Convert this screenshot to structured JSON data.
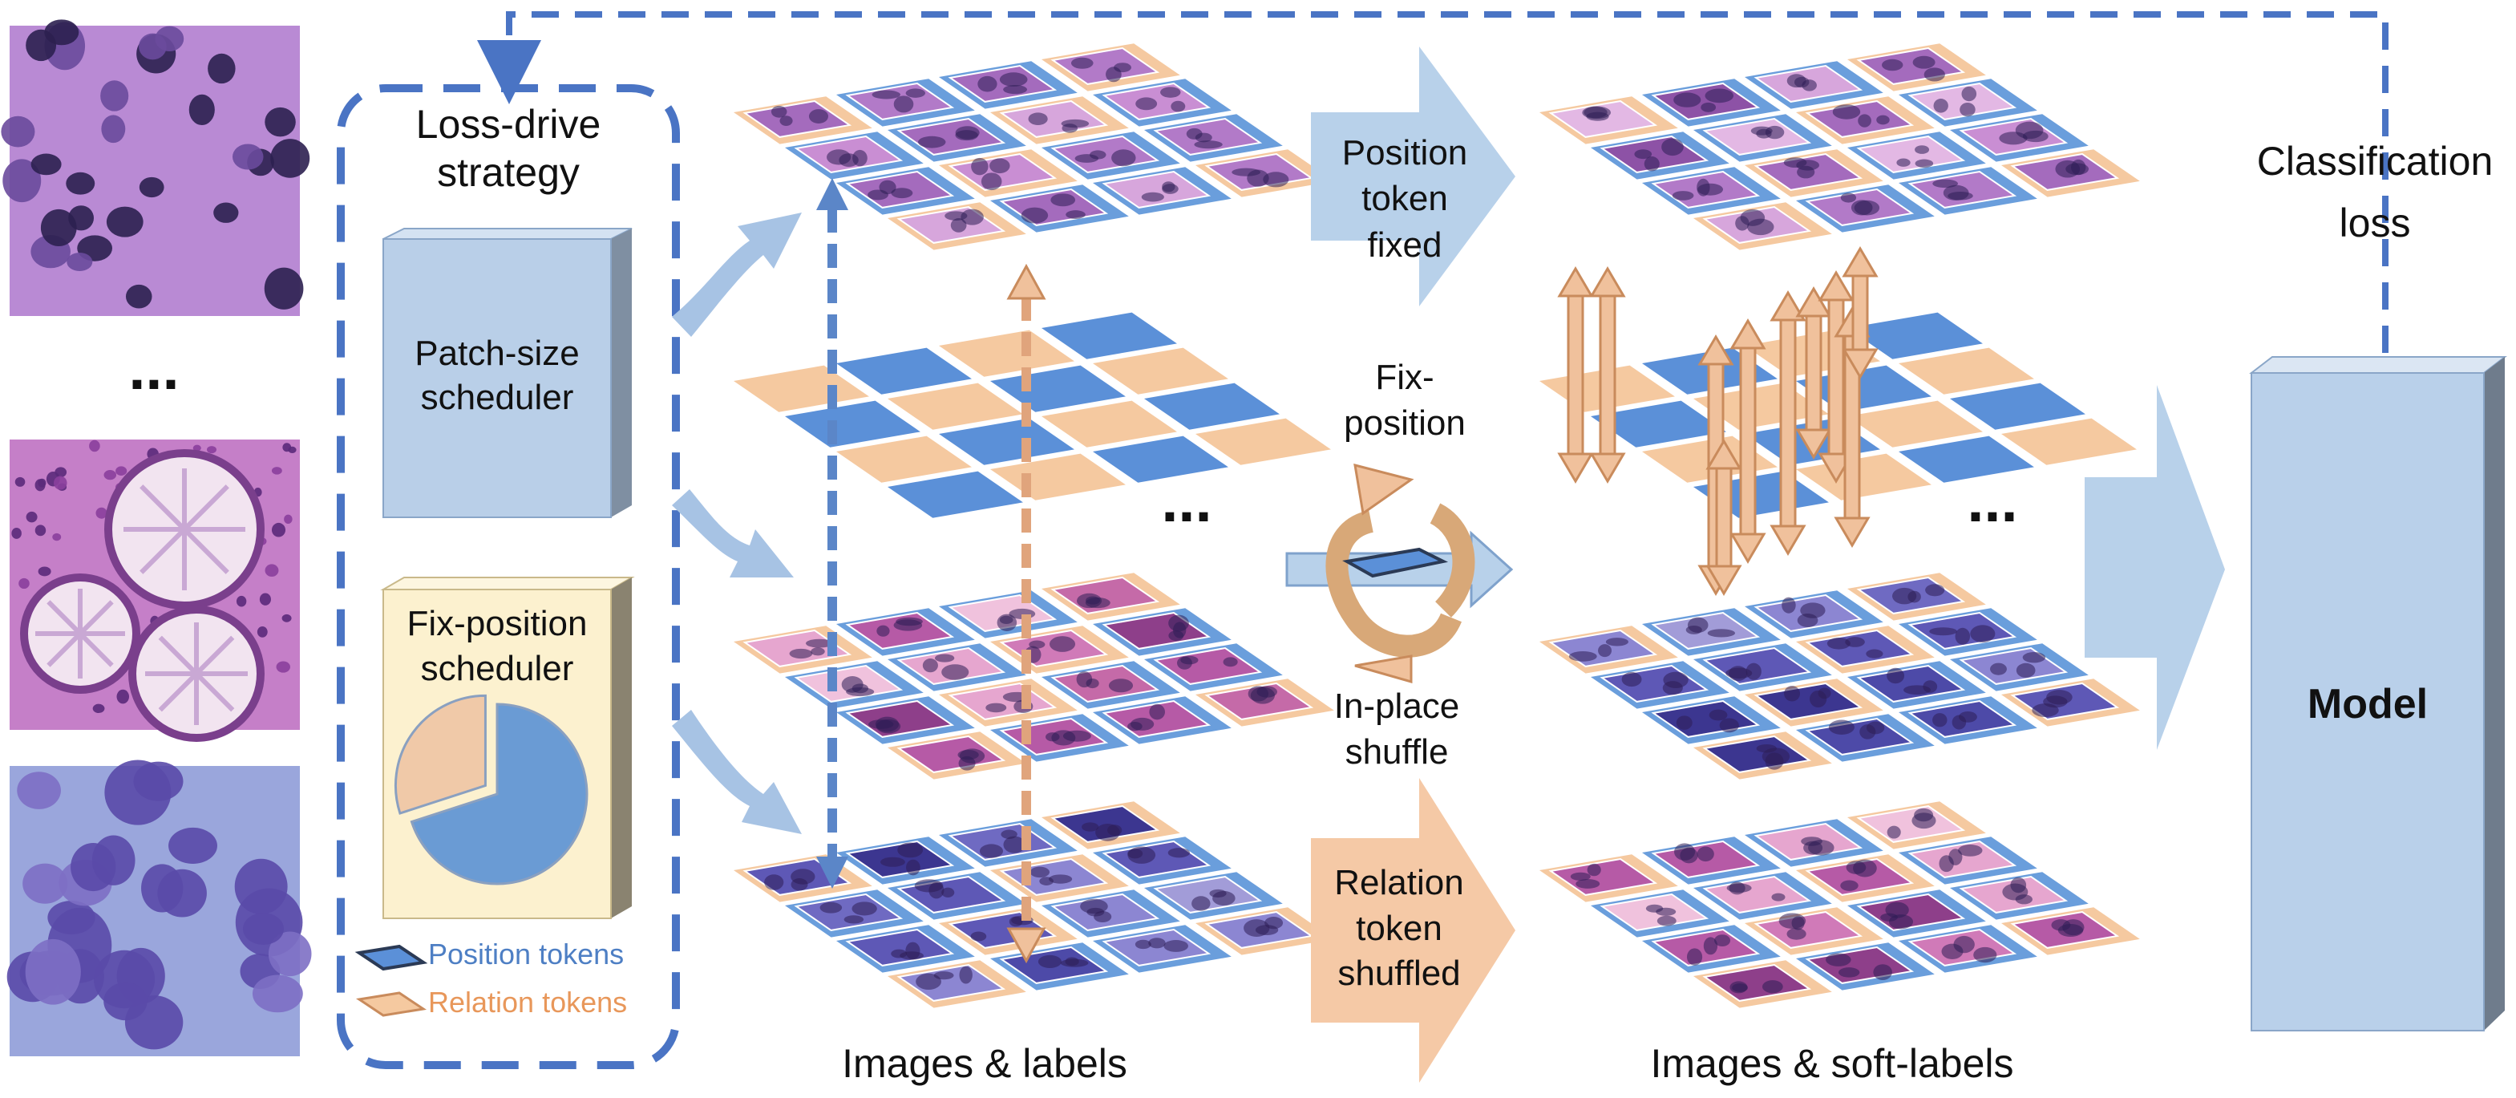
{
  "strategy": {
    "title_line1": "Loss-drive",
    "title_line2": "strategy",
    "patch_scheduler_line1": "Patch-size",
    "patch_scheduler_line2": "scheduler",
    "fix_scheduler_line1": "Fix-position",
    "fix_scheduler_line2": "scheduler",
    "pie": {
      "values": [
        70,
        30
      ],
      "colors": [
        "#6a9bd4",
        "#f0c9a8"
      ]
    }
  },
  "legend": {
    "position_label": "Position tokens",
    "relation_label": "Relation tokens",
    "position_color": "#4e7fc4",
    "relation_color": "#e8975a"
  },
  "ellipsis": "...",
  "labels": {
    "position_token_line1": "Position",
    "position_token_line2": "token",
    "position_token_line3": "fixed",
    "fix_position_line1": "Fix-",
    "fix_position_line2": "position",
    "inplace_line1": "In-place",
    "inplace_line2": "shuffle",
    "relation_line1": "Relation",
    "relation_line2": "token",
    "relation_line3": "shuffled",
    "images_labels": "Images & labels",
    "images_softlabels": "Images & soft-labels",
    "classification_line1": "Classification",
    "classification_line2": "loss",
    "model": "Model"
  },
  "colors": {
    "dashed_blue": "#4a74c4",
    "light_blue": "#b8d1ea",
    "mid_blue": "#5b90d8",
    "orange": "#f5c9a0",
    "scheduler_fill": "#b9cfe8",
    "fix_fill": "#fcf1cf",
    "model_fill": "#b9d0ea"
  },
  "tile_palettes": {
    "pink": [
      "#c98ed3",
      "#a46bbd",
      "#d7a6dc",
      "#8d52a6",
      "#e3b8e4",
      "#b27ac8"
    ],
    "hne": [
      "#d07ab8",
      "#b65aa6",
      "#e6a6cf",
      "#8e3f8a",
      "#f0c2dd",
      "#c56aa8"
    ],
    "blue": [
      "#6f6ac2",
      "#4d4aa8",
      "#8c86d2",
      "#3c3690",
      "#a29cd8",
      "#5e58b6"
    ]
  }
}
